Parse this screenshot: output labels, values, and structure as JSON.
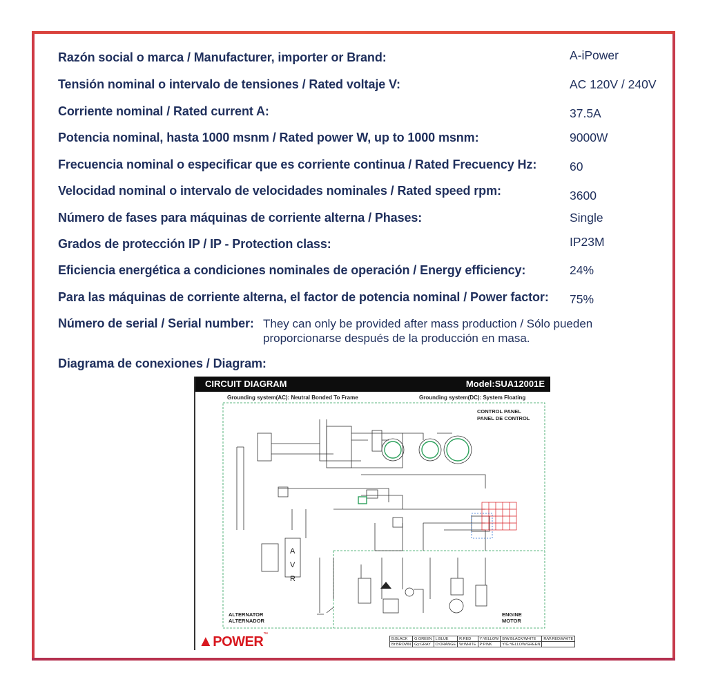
{
  "rows": [
    {
      "label": "Razón social o marca / Manufacturer, importer or Brand:",
      "value": "A-iPower"
    },
    {
      "label": "Tensión nominal o intervalo de tensiones / Rated voltaje V:",
      "value": "AC 120V / 240V"
    },
    {
      "label": "Corriente nominal / Rated current A:",
      "value": "37.5A"
    },
    {
      "label": "Potencia nominal, hasta 1000 msnm / Rated power W, up to 1000 msnm:",
      "value": "9000W"
    },
    {
      "label": "Frecuencia nominal o especificar que es corriente continua / Rated Frecuency Hz:",
      "value": "60"
    },
    {
      "label": "Velocidad nominal o intervalo de velocidades nominales / Rated speed rpm:",
      "value": "3600"
    },
    {
      "label": "Número de fases para máquinas de corriente alterna / Phases:",
      "value": "Single"
    },
    {
      "label": "Grados de protección IP / IP - Protection class:",
      "value": "IP23M"
    },
    {
      "label": "Eficiencia energética a condiciones nominales de operación / Energy efficiency:",
      "value": "24%"
    },
    {
      "label": "Para las máquinas de corriente alterna, el factor de potencia nominal / Power factor:",
      "value": "75%"
    }
  ],
  "serial": {
    "label": "Número de serial / Serial number:",
    "line1": "They can only be provided after mass production / Sólo pueden",
    "line2": "proporcionarse después de la producción en masa."
  },
  "diagram_label": "Diagrama de conexiones / Diagram:",
  "diagram": {
    "title": "CIRCUIT DIAGRAM",
    "model": "Model:SUA12001E",
    "grounding_ac": "Grounding system(AC): Neutral Bonded To Frame",
    "grounding_dc": "Grounding system(DC): System Floating",
    "control_panel": "CONTROL PANEL",
    "panel_de_control": "PANEL DE CONTROL",
    "alternator": "ALTERNATOR",
    "alternador": "ALTERNADOR",
    "engine": "ENGINE",
    "motor": "MOTOR",
    "avr": [
      "A",
      "V",
      "R"
    ],
    "logo": "POWER",
    "logo_tm": "™",
    "legend": [
      [
        "B:BLACK",
        "G:GREEN",
        "L:BLUE",
        "R:RED",
        "Y:YELLOW",
        "B/W:BLACK/WHITE",
        "R/W:RED/WHITE"
      ],
      [
        "Br:BROWN",
        "Gy:GRAY",
        "O:ORANGE",
        "W:WHITE",
        "P:PINK",
        "Y/G:YELLOW/GREEN",
        ""
      ]
    ]
  },
  "colors": {
    "text": "#1f2f5c",
    "frame": "#e0413c",
    "logo": "#d8181f",
    "diagram_green": "#2aa05a"
  }
}
